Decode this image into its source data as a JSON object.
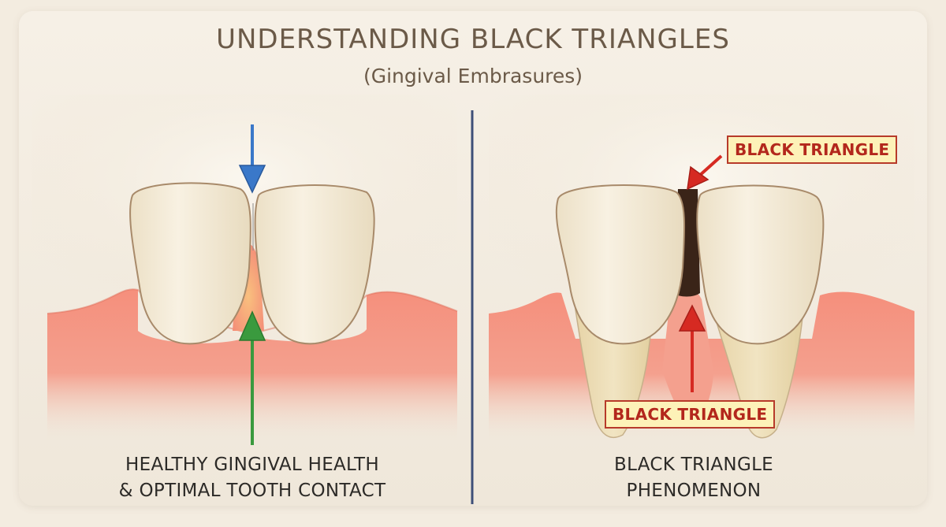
{
  "header": {
    "title": "UNDERSTANDING BLACK TRIANGLES",
    "subtitle": "(Gingival Embrasures)"
  },
  "left_panel": {
    "caption_line1": "HEALTHY GINGIVAL HEALTH",
    "caption_line2": "& OPTIMAL TOOTH CONTACT"
  },
  "right_panel": {
    "caption_line1": "BLACK TRIANGLE",
    "caption_line2": "PHENOMENON",
    "label_top": "BLACK TRIANGLE",
    "label_bottom": "BLACK TRIANGLE"
  },
  "colors": {
    "gum": "#f08a78",
    "tooth": "#f3ead6",
    "tooth_outline": "#a88a6a",
    "blue_arrow": "#3a78c9",
    "green_arrow": "#3a9a3e",
    "red_arrow": "#d62a22",
    "divider": "#3d4f78"
  }
}
